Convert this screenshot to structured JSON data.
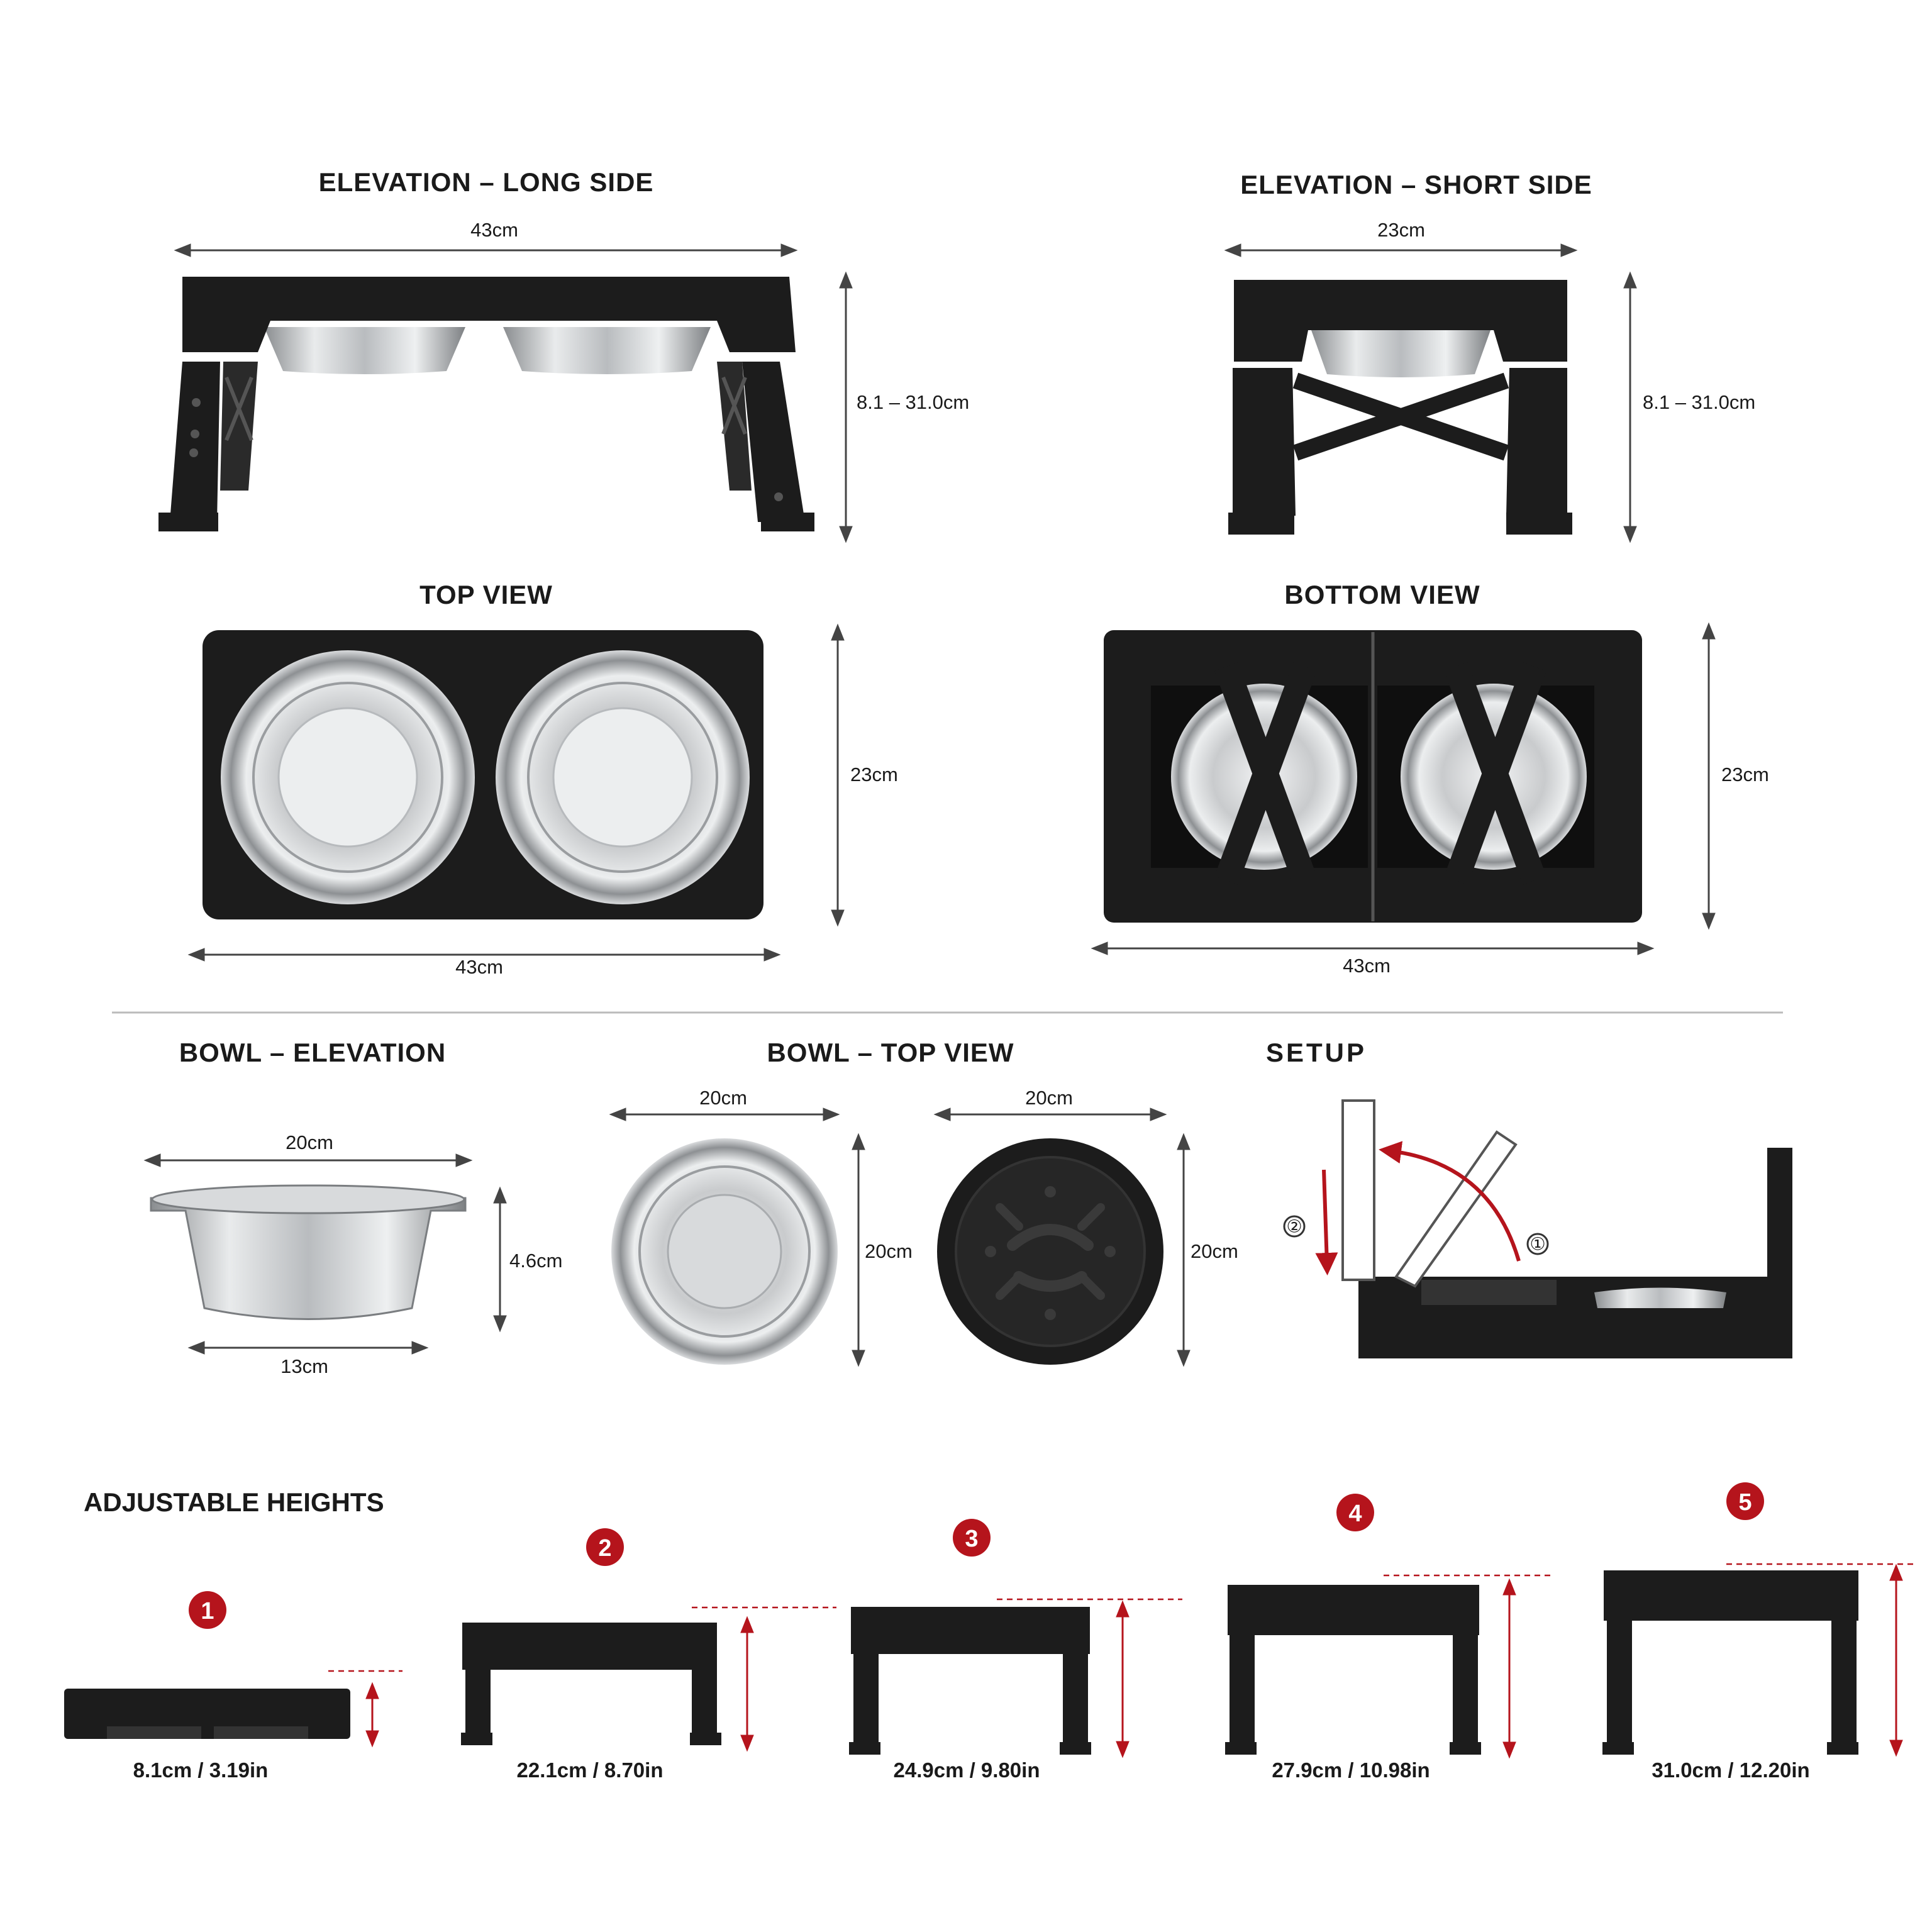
{
  "sections": {
    "long_side": {
      "title": "ELEVATION – LONG SIDE",
      "width": "43cm",
      "height": "8.1 – 31.0cm"
    },
    "short_side": {
      "title": "ELEVATION – SHORT SIDE",
      "width": "23cm",
      "height": "8.1 – 31.0cm"
    },
    "top_view": {
      "title": "TOP VIEW",
      "width": "43cm",
      "height": "23cm"
    },
    "bottom_view": {
      "title": "BOTTOM VIEW",
      "width": "43cm",
      "height": "23cm"
    },
    "bowl_elevation": {
      "title": "BOWL – ELEVATION",
      "top_width": "20cm",
      "height": "4.6cm",
      "bottom_width": "13cm"
    },
    "bowl_top_view": {
      "title": "BOWL – TOP VIEW",
      "steel_width": "20cm",
      "steel_height": "20cm",
      "slow_width": "20cm",
      "slow_height": "20cm"
    },
    "setup": {
      "title": "SETUP",
      "step1": "①",
      "step2": "②"
    }
  },
  "adjustable": {
    "title": "ADJUSTABLE HEIGHTS",
    "levels": [
      {
        "badge": "1",
        "label": "8.1cm / 3.19in"
      },
      {
        "badge": "2",
        "label": "22.1cm / 8.70in"
      },
      {
        "badge": "3",
        "label": "24.9cm / 9.80in"
      },
      {
        "badge": "4",
        "label": "27.9cm / 10.98in"
      },
      {
        "badge": "5",
        "label": "31.0cm / 12.20in"
      }
    ]
  },
  "colors": {
    "accent": "#b5141c",
    "product": "#1c1c1c",
    "steel": "#c8cacc",
    "dimension_line": "#444444"
  }
}
